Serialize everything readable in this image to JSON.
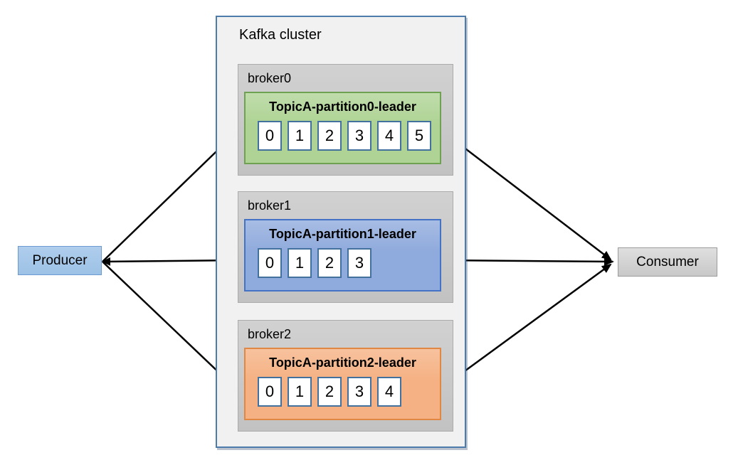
{
  "diagram": {
    "producer": {
      "label": "Producer",
      "fill": "#9cc2e5",
      "border": "#6b9bd2"
    },
    "consumer": {
      "label": "Consumer",
      "fill": "#d2d2d2",
      "border": "#9c9c9c"
    },
    "cluster": {
      "label": "Kafka cluster",
      "fill": "#f1f1f1",
      "border": "#4d7bac",
      "brokers": [
        {
          "label": "broker0",
          "partition": {
            "label": "TopicA-partition0-leader",
            "offsets": [
              "0",
              "1",
              "2",
              "3",
              "4",
              "5"
            ],
            "fill": "#aed394",
            "border": "#6fa152"
          }
        },
        {
          "label": "broker1",
          "partition": {
            "label": "TopicA-partition1-leader",
            "offsets": [
              "0",
              "1",
              "2",
              "3"
            ],
            "fill": "#8faadc",
            "border": "#4472c4"
          }
        },
        {
          "label": "broker2",
          "partition": {
            "label": "TopicA-partition2-leader",
            "offsets": [
              "0",
              "1",
              "2",
              "3",
              "4"
            ],
            "fill": "#f5b183",
            "border": "#e08743"
          }
        }
      ]
    },
    "cell": {
      "fill": "#ffffff",
      "border": "#41719c"
    },
    "arrow_color": "#000000",
    "edges": [
      {
        "from": "producer",
        "to": "TopicA-partition0-leader"
      },
      {
        "from": "producer",
        "to": "TopicA-partition1-leader"
      },
      {
        "from": "producer",
        "to": "TopicA-partition2-leader"
      },
      {
        "from": "TopicA-partition0-leader",
        "to": "consumer"
      },
      {
        "from": "TopicA-partition1-leader",
        "to": "consumer"
      },
      {
        "from": "TopicA-partition2-leader",
        "to": "consumer"
      }
    ]
  }
}
